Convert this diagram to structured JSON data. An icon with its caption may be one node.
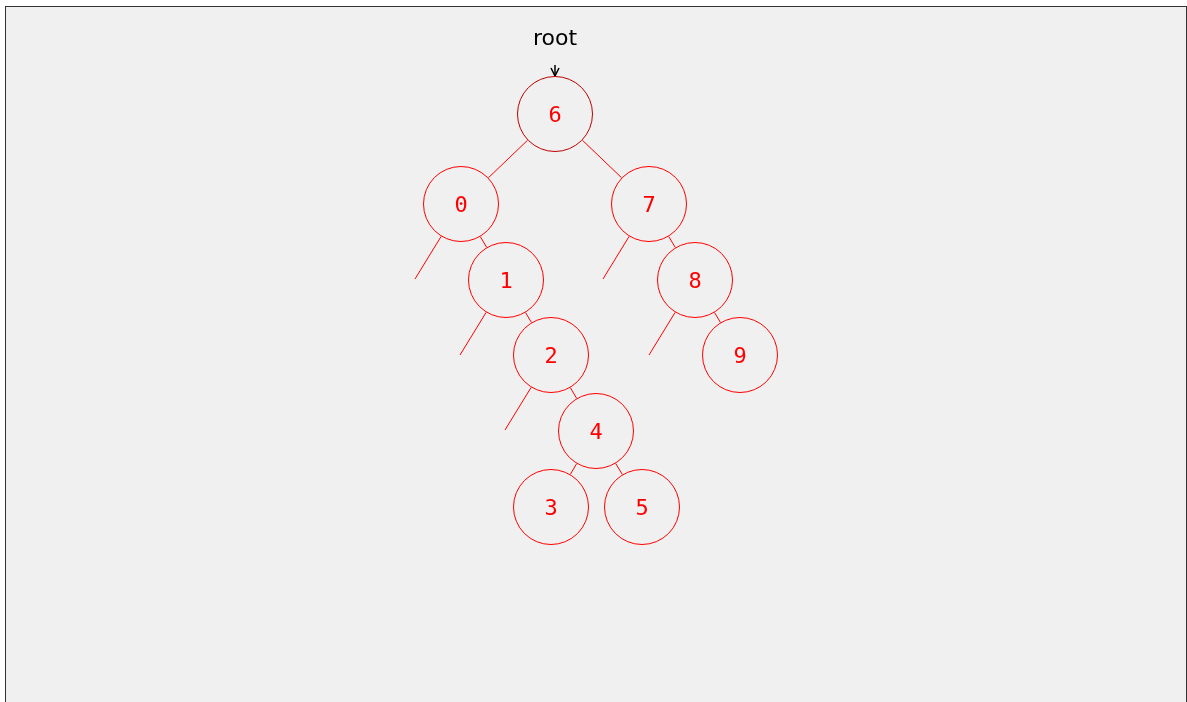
{
  "diagram": {
    "nodes": [
      {
        "text": [
          "root"
        ]
      },
      {
        "text": [
          "6"
        ]
      },
      {
        "text": [
          "0"
        ]
      },
      {
        "text": [
          "7"
        ]
      },
      {
        "text": [
          "1"
        ]
      },
      {
        "text": [
          "8"
        ]
      },
      {
        "text": [
          "2"
        ]
      },
      {
        "text": [
          "9"
        ]
      },
      {
        "text": [
          "4"
        ]
      },
      {
        "text": [
          "3"
        ]
      },
      {
        "text": [
          "5"
        ]
      }
    ],
    "edges": [
      {
        "from": 0,
        "to": 1,
        "arrow": "to",
        "color": "#000000"
      },
      {
        "from": 1,
        "to": 2,
        "arrow": "none"
      },
      {
        "from": 1,
        "to": 3,
        "arrow": "none"
      },
      {
        "from": 2,
        "to": null,
        "arrow": "none"
      },
      {
        "from": 2,
        "to": 4,
        "arrow": "none"
      },
      {
        "from": 3,
        "to": null,
        "arrow": "none"
      },
      {
        "from": 3,
        "to": 5,
        "arrow": "none"
      },
      {
        "from": 4,
        "to": null,
        "arrow": "none"
      },
      {
        "from": 4,
        "to": 6,
        "arrow": "none"
      },
      {
        "from": 5,
        "to": null,
        "arrow": "none"
      },
      {
        "from": 5,
        "to": 7,
        "arrow": "none"
      },
      {
        "from": 6,
        "to": null,
        "arrow": "none"
      },
      {
        "from": 6,
        "to": 8,
        "arrow": "none"
      },
      {
        "from": 8,
        "to": 9,
        "arrow": "none"
      },
      {
        "from": 8,
        "to": 10,
        "arrow": "none"
      }
    ]
  }
}
